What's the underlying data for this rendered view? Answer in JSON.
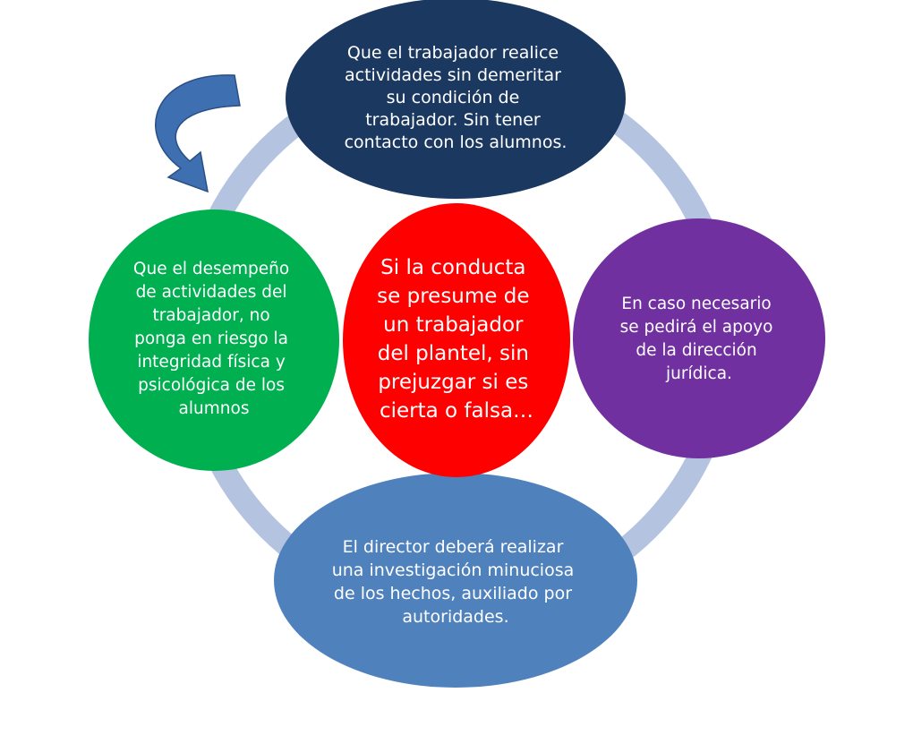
{
  "colors": {
    "ring": "#b4c3df",
    "top": "#1b3860",
    "left": "#00b050",
    "right": "#7030a0",
    "bottom": "#4f81bd",
    "center": "#ff0000",
    "arrow": "#3e6fb0",
    "arrow_dark": "#2a4f86"
  },
  "nodes": {
    "top": {
      "lines": [
        "Que el trabajador realice",
        "actividades  sin demeritar",
        "su condición de",
        "trabajador. Sin tener",
        "contacto con los alumnos."
      ]
    },
    "left": {
      "lines": [
        "Que el desempeño",
        "de actividades del",
        "trabajador, no",
        "ponga en riesgo la",
        "integridad física y",
        "psicológica de los",
        "alumnos"
      ]
    },
    "right": {
      "lines": [
        "En caso necesario",
        "se pedirá el apoyo",
        "de la dirección",
        "jurídica."
      ]
    },
    "bottom": {
      "lines": [
        "El director deberá realizar",
        "una investigación minuciosa",
        "de los hechos, auxiliado por",
        "autoridades."
      ]
    },
    "center": {
      "lines": [
        "Si la conducta",
        "se presume de",
        "un trabajador",
        "del plantel, sin",
        "prejuzgar si es",
        "cierta o falsa…"
      ]
    }
  }
}
